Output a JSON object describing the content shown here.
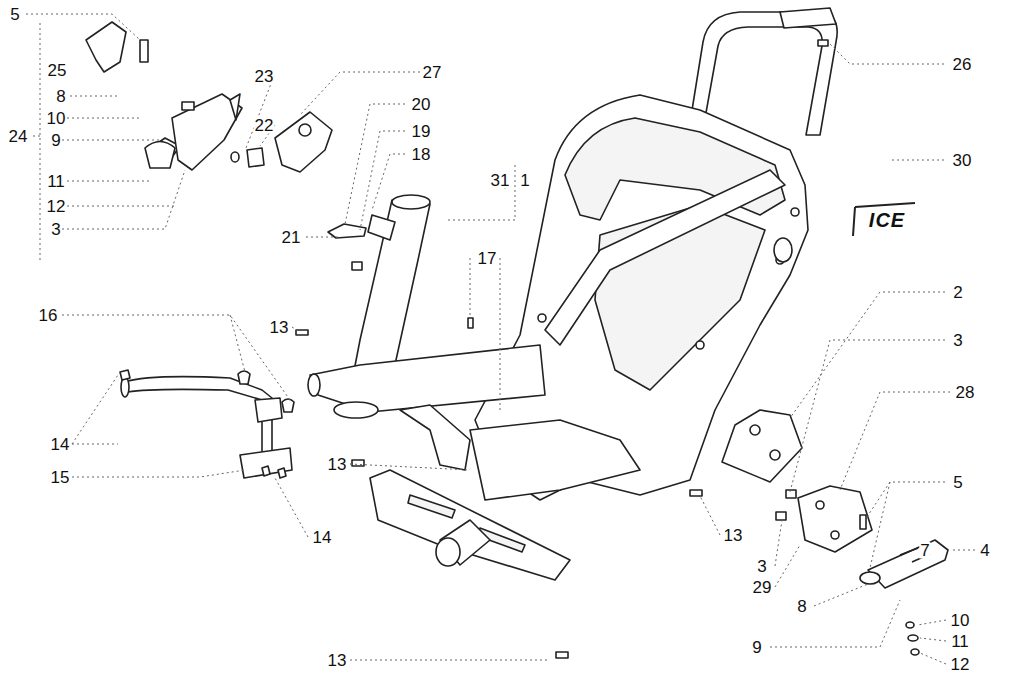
{
  "diagram": {
    "labels": [
      "5",
      "25",
      "8",
      "10",
      "9",
      "24",
      "11",
      "12",
      "3",
      "23",
      "27",
      "22",
      "20",
      "19",
      "18",
      "31",
      "1",
      "21",
      "26",
      "30",
      "ICE",
      "17",
      "2",
      "16",
      "13",
      "3",
      "28",
      "14",
      "15",
      "13",
      "5",
      "13",
      "14",
      "7",
      "4",
      "3",
      "29",
      "8",
      "10",
      "11",
      "9",
      "12",
      "13"
    ]
  }
}
